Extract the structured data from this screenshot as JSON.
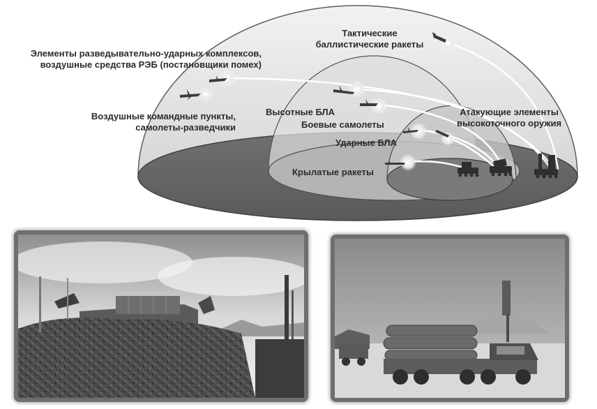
{
  "diagram": {
    "labels": {
      "tactical_ballistic": "Тактические\nбаллистические ракеты",
      "recon_strike": "Элементы разведывательно-ударных комплексов,\nвоздушные средства РЭБ (постановщики помех)",
      "airborne_command": "Воздушные командные пункты,\nсамолеты-разведчики",
      "high_altitude_uav": "Высотные БЛА",
      "combat_aircraft": "Боевые самолеты",
      "strike_uav": "Ударные БЛА",
      "cruise_missiles": "Крылатые ракеты",
      "precision_weapons": "Атакующие элементы\nвысокоточного оружия"
    }
  },
  "photos": [
    {
      "subject": "camouflaged tracked air-defense launcher"
    },
    {
      "subject": "wheeled launcher vehicle with missile canisters"
    }
  ]
}
